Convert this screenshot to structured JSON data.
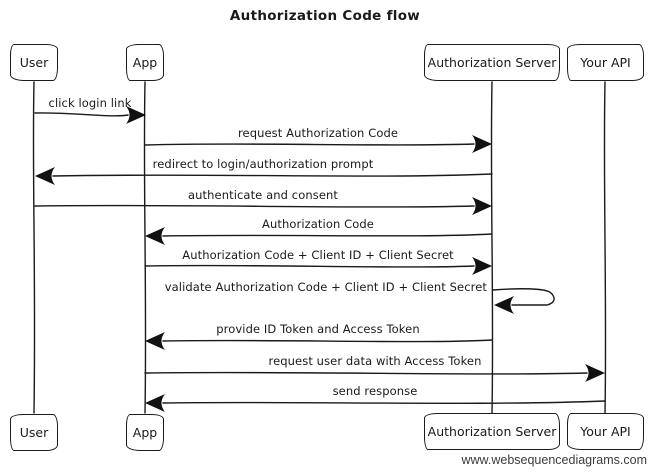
{
  "title": "Authorization Code flow",
  "watermark": "www.websequencediagrams.com",
  "colors": {
    "line": "#1a1a1a",
    "background": "#ffffff",
    "watermark_text": "#3c3c3c"
  },
  "actors": [
    {
      "name": "User"
    },
    {
      "name": "App"
    },
    {
      "name": "Authorization Server"
    },
    {
      "name": "Your API"
    }
  ],
  "messages": [
    {
      "from": "User",
      "to": "App",
      "label": "click login link"
    },
    {
      "from": "App",
      "to": "Authorization Server",
      "label": "request Authorization Code"
    },
    {
      "from": "Authorization Server",
      "to": "User",
      "label": "redirect to login/authorization prompt"
    },
    {
      "from": "User",
      "to": "Authorization Server",
      "label": "authenticate and consent"
    },
    {
      "from": "Authorization Server",
      "to": "App",
      "label": "Authorization Code"
    },
    {
      "from": "App",
      "to": "Authorization Server",
      "label": "Authorization Code + Client ID + Client Secret"
    },
    {
      "from": "Authorization Server",
      "to": "Authorization Server",
      "label": "validate Authorization Code + Client ID + Client Secret",
      "self_message": true
    },
    {
      "from": "Authorization Server",
      "to": "App",
      "label": "provide ID Token and Access Token"
    },
    {
      "from": "App",
      "to": "Your API",
      "label": "request user data with Access Token"
    },
    {
      "from": "Your API",
      "to": "App",
      "label": "send response"
    }
  ]
}
